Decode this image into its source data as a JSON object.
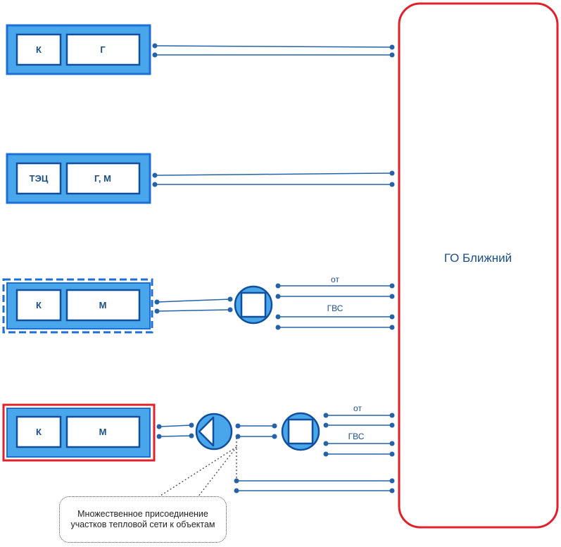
{
  "sources": [
    {
      "left_label": "К",
      "right_label": "Г"
    },
    {
      "left_label": "ТЭЦ",
      "right_label": "Г, М"
    },
    {
      "left_label": "К",
      "right_label": "М"
    },
    {
      "left_label": "К",
      "right_label": "М"
    }
  ],
  "consumer": {
    "label": "ГО Ближний"
  },
  "flows": {
    "row3": {
      "heating": "от",
      "hot_water": "ГВС"
    },
    "row4": {
      "heating": "от",
      "hot_water": "ГВС"
    }
  },
  "note": {
    "text": "Множественное присоединение участков тепловой сети к объектам"
  },
  "colors": {
    "frame_blue": "#1c6fd6",
    "fill_blue": "#4aa6ea",
    "line_blue": "#2563a8",
    "outline_red": "#e0202a"
  },
  "icons": {
    "heat_exchanger": "square-in-circle-icon",
    "pump": "triangle-in-circle-icon"
  }
}
